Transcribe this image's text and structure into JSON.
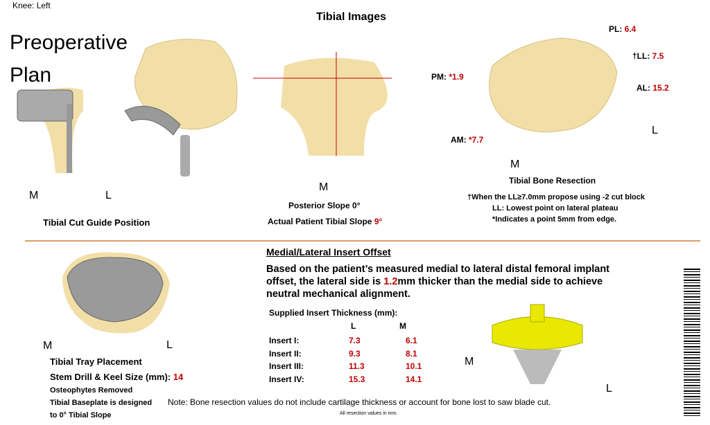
{
  "knee": "Knee: Left",
  "title": "Preoperative",
  "title2": "Plan",
  "tibial_images": "Tibial Images",
  "guide": {
    "m": "M",
    "l": "L",
    "caption": "Tibial Cut Guide Position"
  },
  "slope": {
    "m": "M",
    "posterior": "Posterior Slope 0°",
    "actual_label": "Actual Patient Tibial Slope ",
    "actual_value": "9°"
  },
  "resection": {
    "pl_label": "PL: ",
    "pl": "6.4",
    "ll_label": "†LL: ",
    "ll": "7.5",
    "al_label": "AL: ",
    "al": "15.2",
    "pm_label": "PM: ",
    "pm": "*1.9",
    "am_label": "AM: ",
    "am": "*7.7",
    "l": "L",
    "m": "M",
    "caption": "Tibial Bone Resection",
    "note1": "†When the LL≥7.0mm propose using -2 cut block",
    "note2": "LL: Lowest point on lateral plateau",
    "note3": "*Indicates a point 5mm from edge."
  },
  "tray": {
    "m": "M",
    "l": "L",
    "caption": "Tibial Tray Placement",
    "stem_label": "Stem Drill & Keel Size (mm): ",
    "stem": "14",
    "osteo": "Osteophytes Removed",
    "base1": "Tibial Baseplate is designed",
    "base2": "to 0° Tibial Slope"
  },
  "offset": {
    "heading": "Medial/Lateral Insert Offset",
    "text1": "Based on the patient’s measured medial to lateral distal femoral implant",
    "text2a": "offset, the lateral side is ",
    "text2v": "1.2",
    "text2b": "mm thicker than the medial side to achieve",
    "text3": "neutral mechanical alignment.",
    "supplied": "Supplied Insert Thickness (mm):",
    "col_l": "L",
    "col_m": "M",
    "rows": [
      {
        "name": "Insert I:",
        "l": "7.3",
        "m": "6.1"
      },
      {
        "name": "Insert II:",
        "l": "9.3",
        "m": "8.1"
      },
      {
        "name": "Insert III:",
        "l": "11.3",
        "m": "10.1"
      },
      {
        "name": "Insert IV:",
        "l": "15.3",
        "m": "14.1"
      }
    ]
  },
  "insert_img": {
    "m": "M",
    "l": "L"
  },
  "note": "Note: Bone resection values do not include cartilage thickness or account for bone lost to saw blade cut.",
  "note_small": "All resection values in mm.",
  "colors": {
    "accent": "#c00000",
    "divider": "#d9a066",
    "bone": "#f2dfa8",
    "insert": "#e8e800"
  }
}
